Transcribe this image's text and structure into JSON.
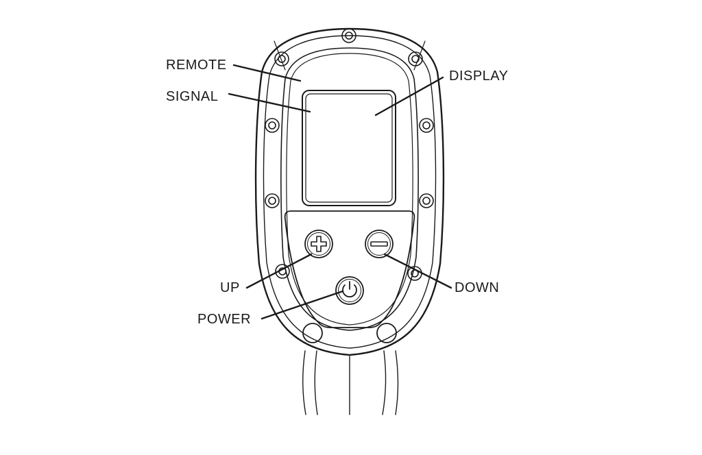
{
  "labels": {
    "remote": "REMOTE",
    "signal": "SIGNAL",
    "display": "DISPLAY",
    "up": "UP",
    "down": "DOWN",
    "power": "POWER"
  },
  "colors": {
    "line": "#1a1a1a",
    "background": "#ffffff"
  },
  "icons": {
    "up_button": "plus-icon",
    "down_button": "minus-icon",
    "power_button": "power-icon"
  }
}
